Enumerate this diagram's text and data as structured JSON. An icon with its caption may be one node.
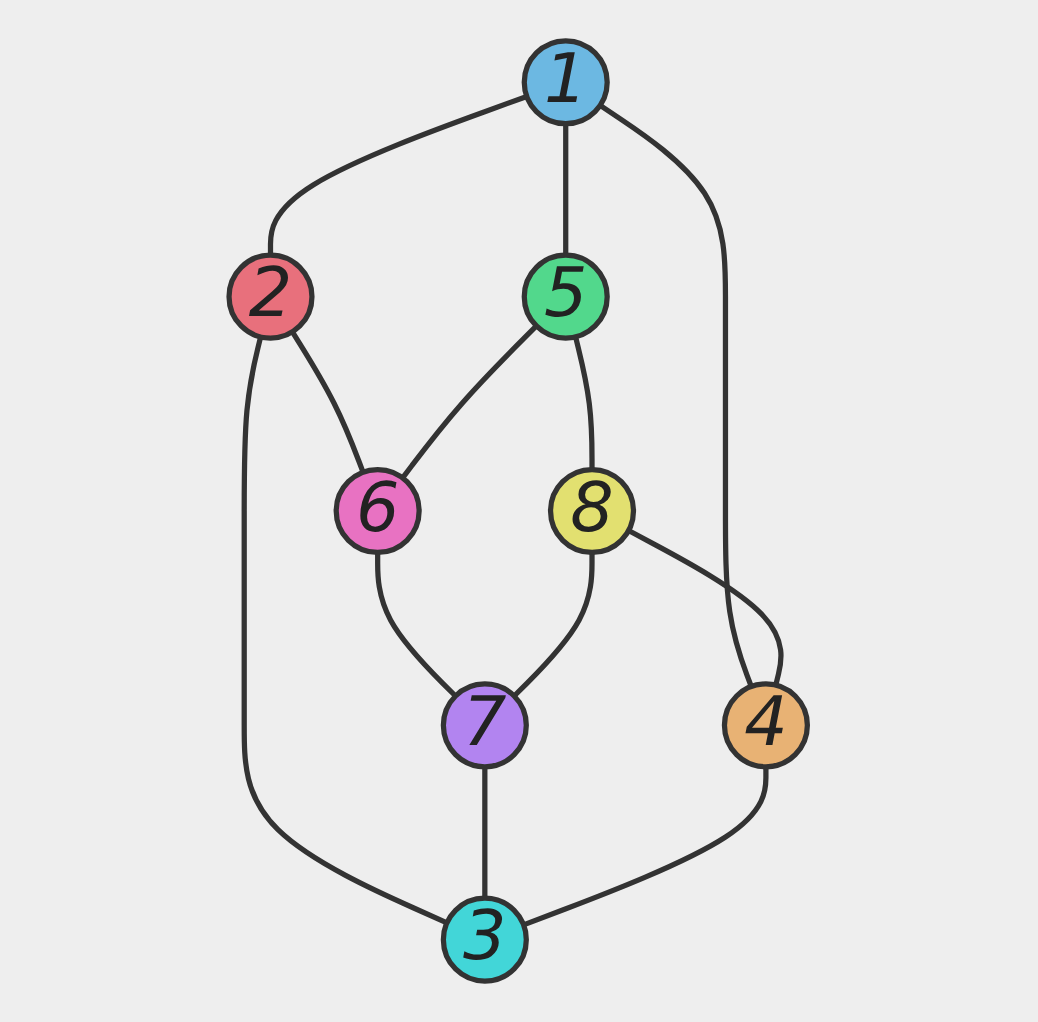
{
  "diagram": {
    "nodes": [
      {
        "text": [
          "1"
        ]
      },
      {
        "text": [
          "2"
        ]
      },
      {
        "text": [
          "5"
        ]
      },
      {
        "text": [
          "6"
        ]
      },
      {
        "text": [
          "8"
        ]
      },
      {
        "text": [
          "7"
        ]
      },
      {
        "text": [
          "4"
        ]
      },
      {
        "text": [
          "3"
        ]
      }
    ],
    "edges": [
      {
        "from": 0,
        "to": 1,
        "arrow": "none"
      },
      {
        "from": 0,
        "to": 2,
        "arrow": "none"
      },
      {
        "from": 0,
        "to": 6,
        "arrow": "none"
      },
      {
        "from": 1,
        "to": 3,
        "arrow": "none"
      },
      {
        "from": 1,
        "to": 7,
        "arrow": "none"
      },
      {
        "from": 2,
        "to": 3,
        "arrow": "none"
      },
      {
        "from": 2,
        "to": 4,
        "arrow": "none"
      },
      {
        "from": 3,
        "to": 5,
        "arrow": "none"
      },
      {
        "from": 4,
        "to": 5,
        "arrow": "none"
      },
      {
        "from": 4,
        "to": 6,
        "arrow": "none"
      },
      {
        "from": 5,
        "to": 7,
        "arrow": "none"
      },
      {
        "from": 6,
        "to": 7,
        "arrow": "none"
      }
    ]
  }
}
